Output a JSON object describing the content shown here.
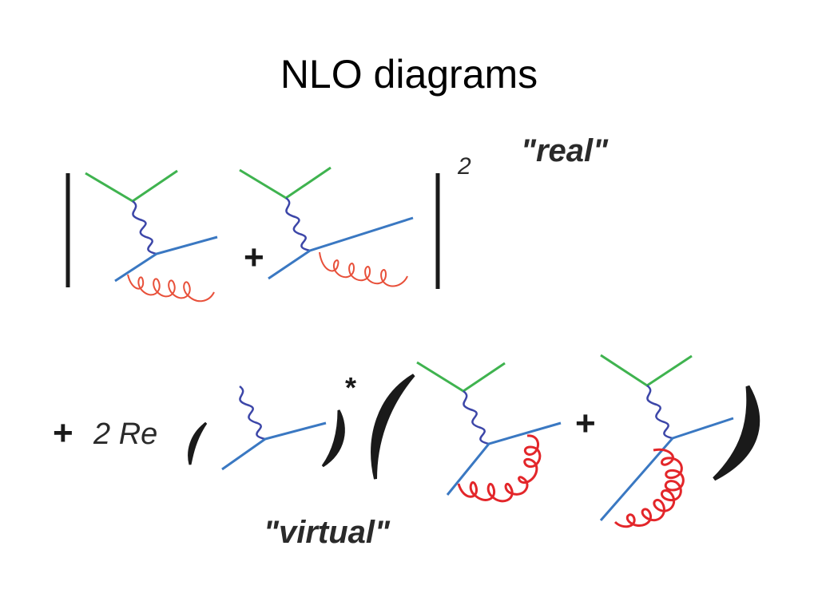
{
  "title": "NLO diagrams",
  "labels": {
    "real": "\"real\"",
    "virtual": "\"virtual\"",
    "exponent": "2",
    "two_re": "2 Re",
    "conjugate": "*",
    "plus": "+"
  },
  "colors": {
    "lepton": "#3fb34f",
    "photon": "#3c46a8",
    "quark": "#3a78c2",
    "gluon": "#e8503a",
    "gluon_loop": "#e3262a",
    "bracket": "#1a1a1a"
  }
}
